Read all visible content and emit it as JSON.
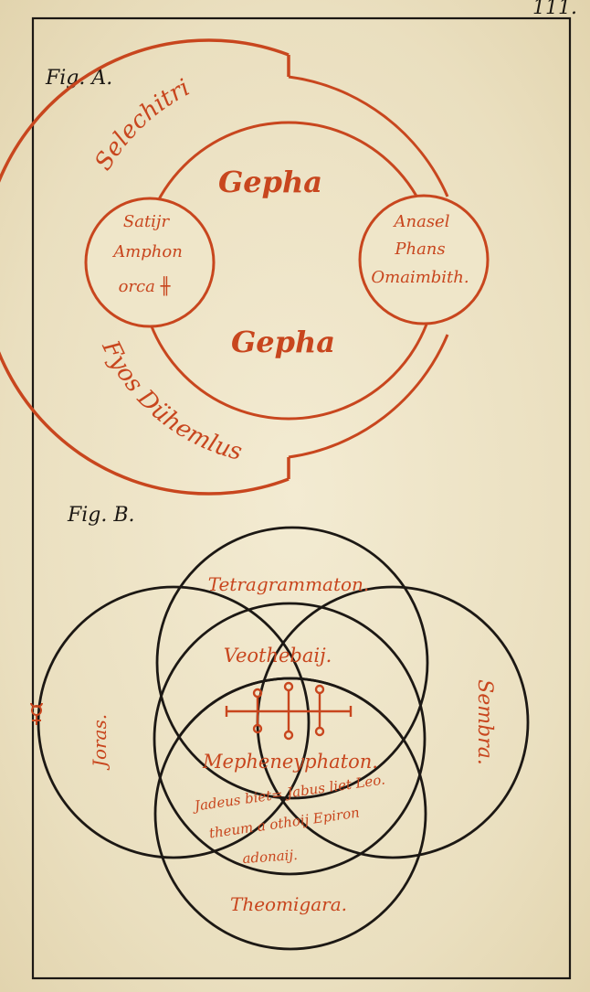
{
  "page_number": "111.",
  "colors": {
    "ink": "#1c1814",
    "red": "#c8461e",
    "paper": "#efe6c9"
  },
  "fig_a": {
    "label": "Fig. A.",
    "outer_ring_top": "Selechitri",
    "outer_ring_bottom": "Fyos Dühemlus",
    "center_top": "Gepha",
    "center_bottom": "Gepha",
    "left_circle": [
      "Satijr",
      "Amphon",
      "orca ╫"
    ],
    "right_circle": [
      "Anasel",
      "Phans",
      "Omaimbith."
    ]
  },
  "fig_b": {
    "label": "Fig. B.",
    "left_circle": "Joras.",
    "right_circle": "Sembra.",
    "top_circle": "Tetragrammaton.",
    "upper_lens": "Veothebaij.",
    "center_lens": "Mepheneyphaton.",
    "lower_lines": [
      "Jadeus biet= Jabus liet Leo.",
      "theum a othoij Epiron",
      "adonaij."
    ],
    "bottom_circle": "Theomigara.",
    "symbol_left": "mercury-symbol",
    "symbol_center": "sigil-symbol"
  }
}
